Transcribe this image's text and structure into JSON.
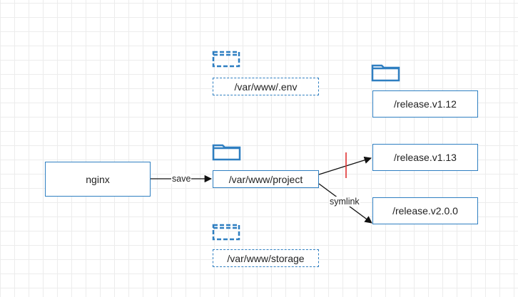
{
  "colors": {
    "accent": "#2f7fc1",
    "blocker": "#e03030"
  },
  "nodes": {
    "nginx": "nginx",
    "project": "/var/www/project",
    "env": "/var/www/.env",
    "storage": "/var/www/storage",
    "release_v1_12": "/release.v1.12",
    "release_v1_13": "/release.v1.13",
    "release_v2_0_0": "/release.v2.0.0"
  },
  "edges": {
    "save": "save",
    "symlink": "symlink"
  },
  "icons": {
    "folder": "folder-icon",
    "folder_dashed": "folder-dashed-icon"
  }
}
